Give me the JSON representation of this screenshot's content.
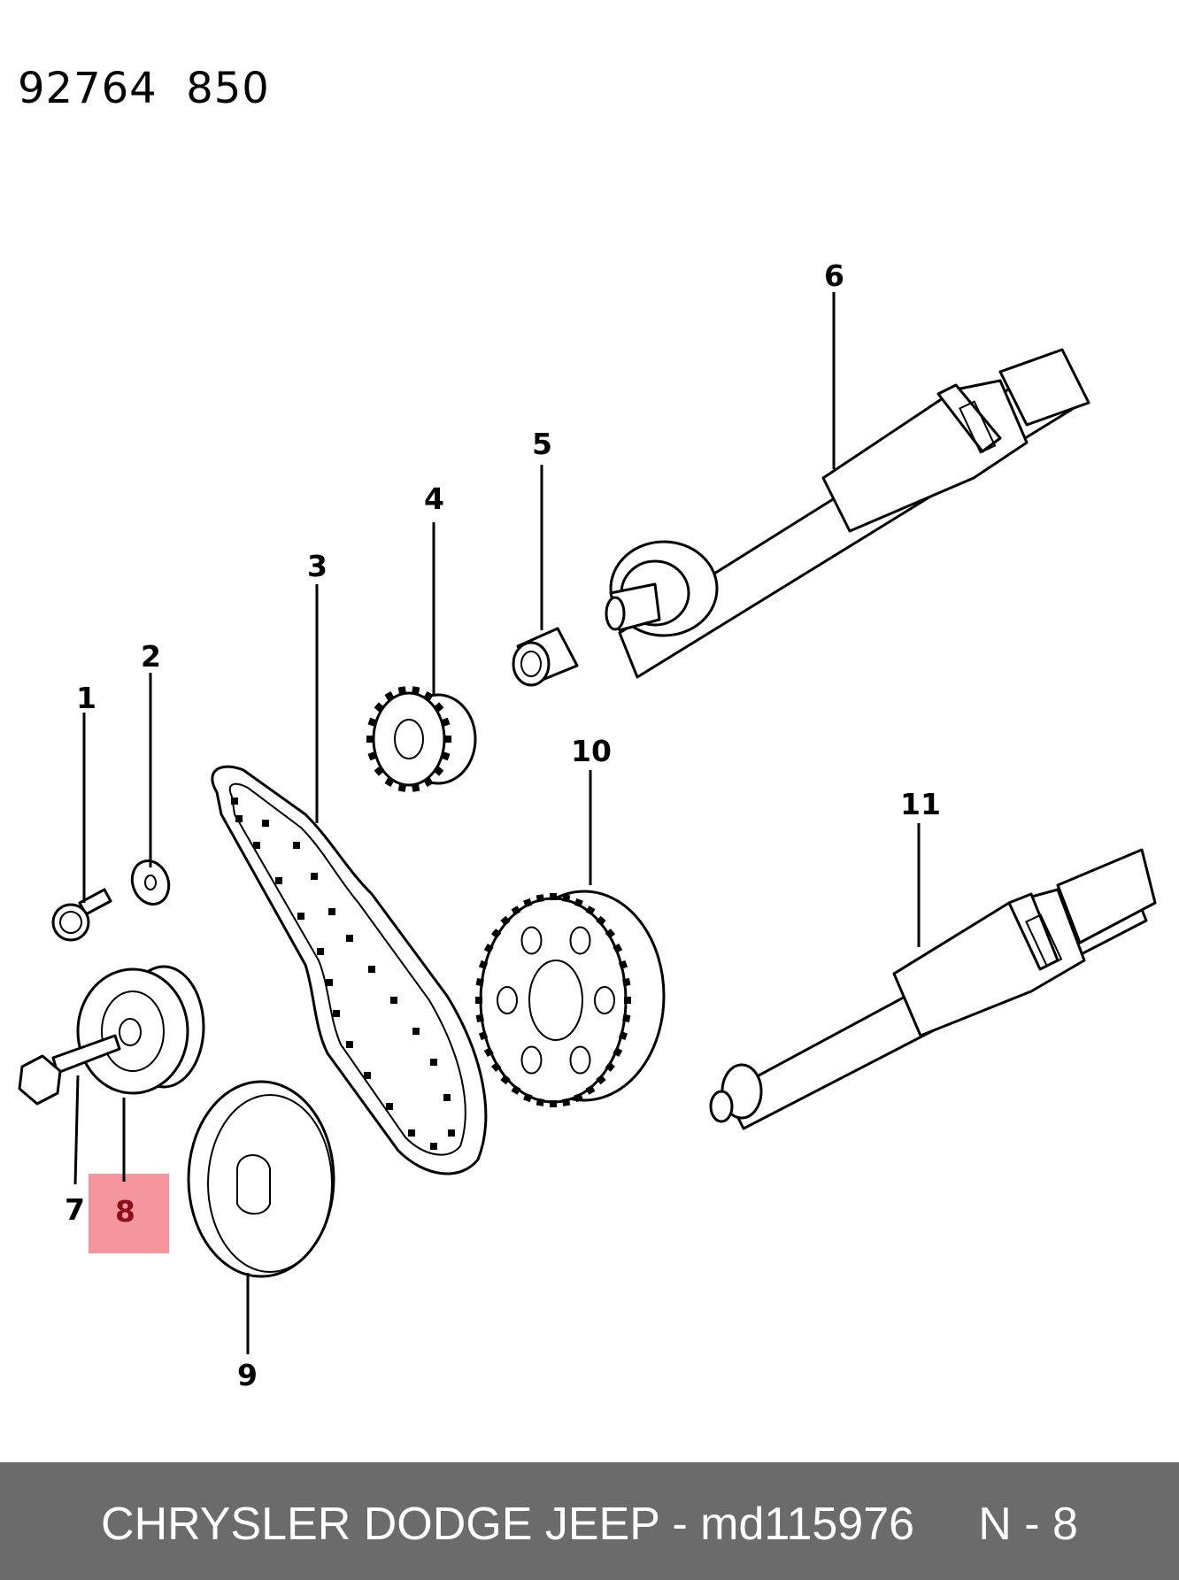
{
  "header": {
    "ref_code": "92764  850"
  },
  "callouts": [
    "1",
    "2",
    "3",
    "4",
    "5",
    "6",
    "7",
    "8",
    "9",
    "10",
    "11"
  ],
  "highlight": {
    "label": "8",
    "color": "#f4909a"
  },
  "footer": {
    "text": "CHRYSLER DODGE JEEP - md115976     N - 8",
    "background": "#6b6b6b"
  }
}
